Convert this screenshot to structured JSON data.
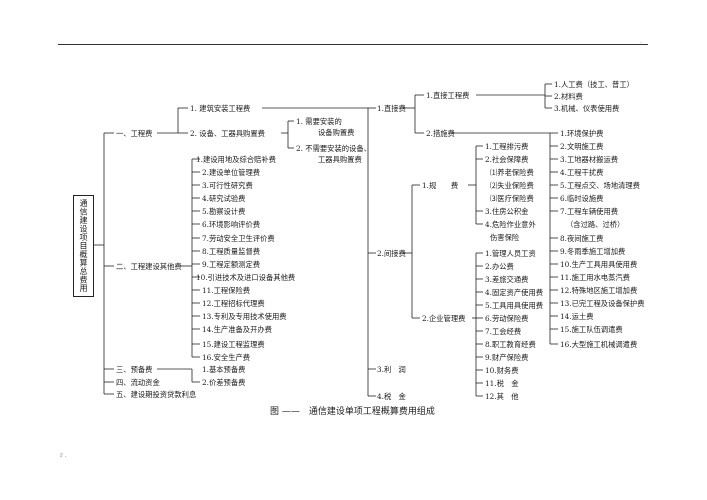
{
  "root": "通信建设项目概算总费用",
  "caption": "图 ——　通信建设单项工程概算费用组成",
  "l1": [
    "一、工程费",
    "二、工程建设其他费",
    "三、预备费",
    "四、流动资金",
    "五、建设期投资贷款利息"
  ],
  "eng": [
    "1. 建筑安装工程费",
    "2. 设备、工器具购置费"
  ],
  "equip": [
    "1. 需要安装的",
    "设备购置费",
    "2. 不需要安装的设备、",
    "工器具购置费"
  ],
  "install": [
    "1.直接费",
    "2.间接费",
    "3.利　润",
    "4.税　金"
  ],
  "direct": [
    "1.直接工程费",
    "2.措施费"
  ],
  "direct_eng": [
    "1.人工费（技工、普工）",
    "2.材料费",
    "3.机械、仪表使用费"
  ],
  "indirect": [
    "1.规　　费",
    "2.企业管理费"
  ],
  "fees": [
    "1.工程排污费",
    "2.社会保障费",
    "⑴养老保险费",
    "⑵失业保险费",
    "⑶医疗保险费",
    "3.住房公积金",
    "4.危险作业意外",
    "伤害保险"
  ],
  "mgmt": [
    "1.管理人员工资",
    "2.办公费",
    "3.差旅交通费",
    "4.固定资产使用费",
    "5.工具用具使用费",
    "6.劳动保险费",
    "7.工会经费",
    "8.职工教育经费",
    "9.财产保险费",
    "10.财务费",
    "11.税　金",
    "12.其　他"
  ],
  "measures": [
    "1.环境保护费",
    "2.文明施工费",
    "3.工地器材搬运费",
    "4.工程干扰费",
    "5.工程点交、场地清理费",
    "6.临时设施费",
    "7.工程车辆使用费",
    "（含过路、过桥）",
    "8.夜间施工费",
    "9.冬雨季施工增加费",
    "10.生产工具用具使用费",
    "11.施工用水电蒸汽费",
    "12.特殊地区施工增加费",
    "13.已完工程及设备保护费",
    "14.运土费",
    "15.施工队伍调遣费",
    "16.大型施工机械调遣费"
  ],
  "other": [
    "1.建设用地及综合赔补费",
    "2.建设单位管理费",
    "3.可行性研究费",
    "4.研究试验费",
    "5.勘察设计费",
    "6.环境影响评价费",
    "7.劳动安全卫生评价费",
    "8.工程质量监督费",
    "9.工程定额测定费",
    "10.引进技术及进口设备其他费",
    "11.工程保险费",
    "12.工程招标代理费",
    "13.专利及专用技术使用费",
    "14.生产准备及开办费",
    "15.建设工程监理费",
    "16.安全生产费"
  ],
  "reserve": [
    "1.基本预备费",
    "2.价差预备费"
  ]
}
